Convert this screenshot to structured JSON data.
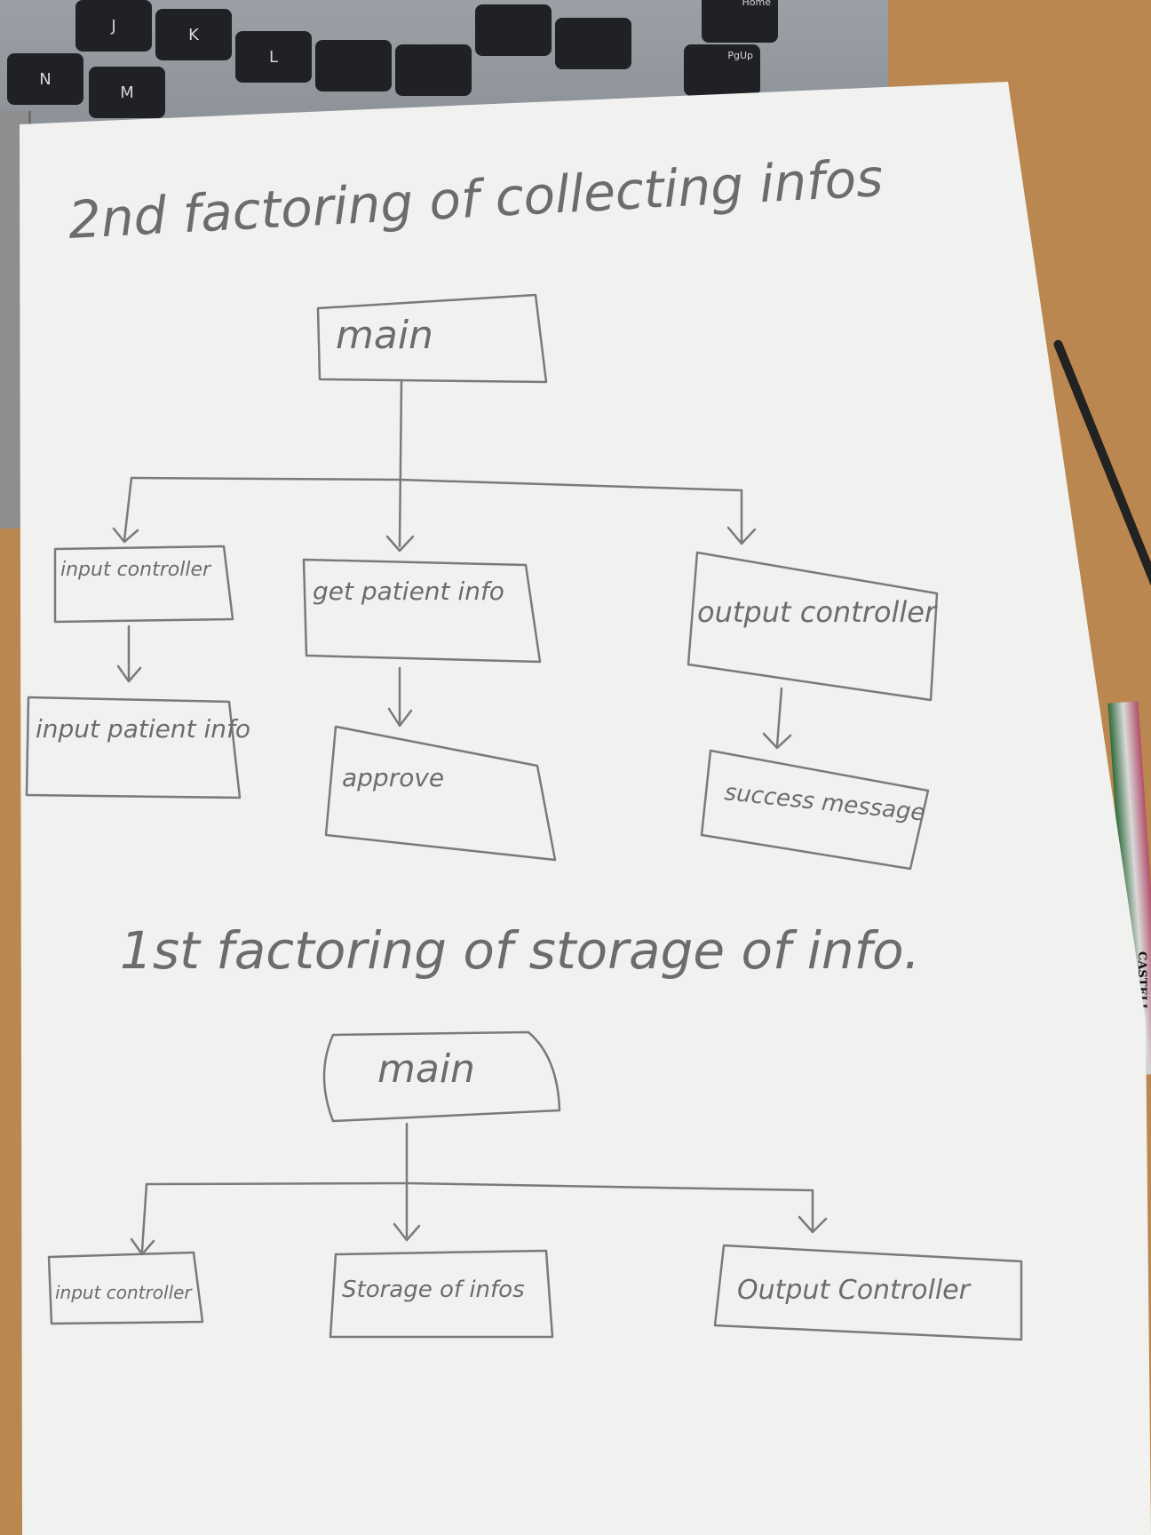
{
  "keyboard": {
    "keys": [
      "N",
      "M",
      "J",
      "K",
      "L",
      "Home",
      "PgUp"
    ]
  },
  "pencil": {
    "brand": "CASTELL"
  },
  "diagram_top": {
    "title": "2nd factoring of collecting infos",
    "root": "main",
    "nodes": [
      {
        "label": "input controller",
        "child": "input patient info"
      },
      {
        "label": "get patient info",
        "child": "approve"
      },
      {
        "label": "output controller",
        "child": "success message"
      }
    ]
  },
  "diagram_bottom": {
    "title": "1st factoring of storage of info.",
    "root": "main",
    "nodes": [
      {
        "label": "input controller"
      },
      {
        "label": "Storage of infos"
      },
      {
        "label": "Output Controller"
      }
    ]
  },
  "colors": {
    "pencil_line": "#777777",
    "paper": "#f2f2f0",
    "desk": "#b9874f"
  }
}
